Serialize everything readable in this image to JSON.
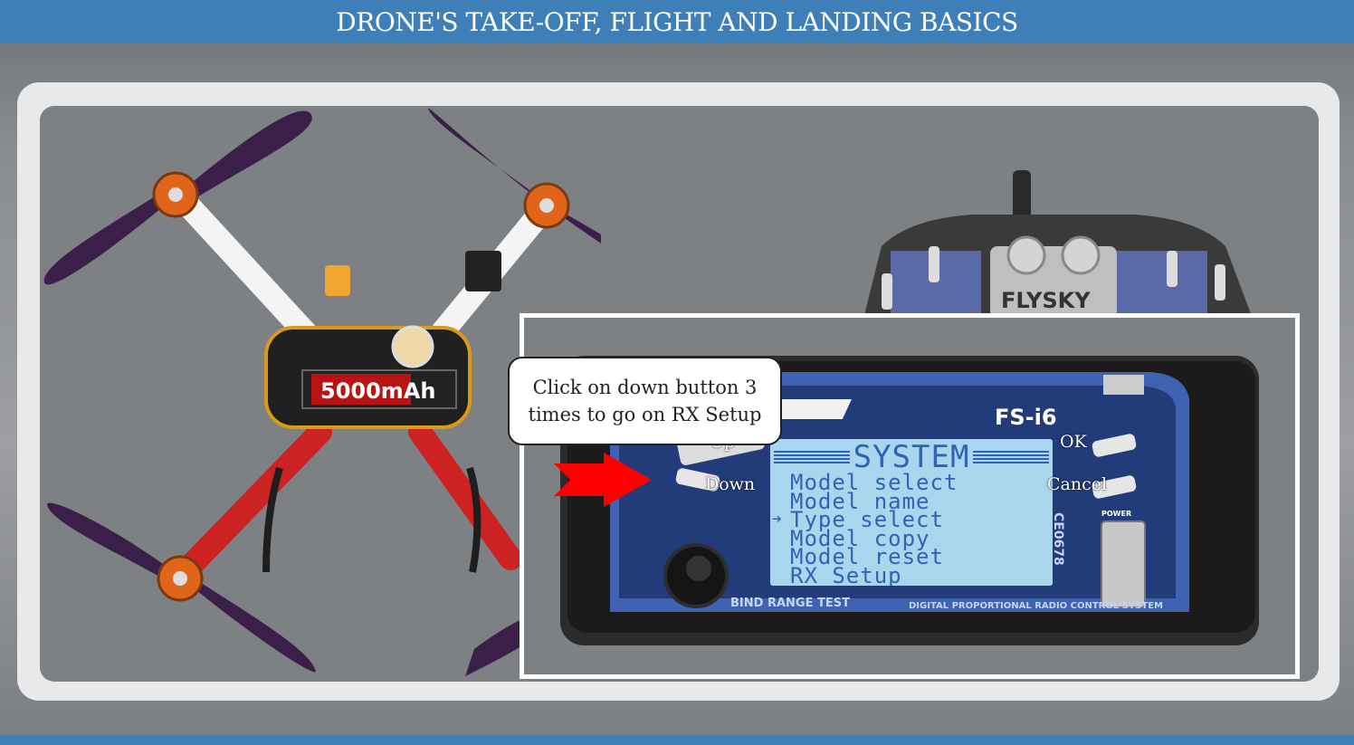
{
  "header": {
    "title": "DRONE'S TAKE-OFF, FLIGHT AND LANDING BASICS"
  },
  "callout": {
    "text": "Click on down button 3 times to go on RX Setup"
  },
  "transmitter": {
    "brand_top": "FLYSKY",
    "model": "FS-i6",
    "bottom_left_text": "BIND RANGE TEST",
    "bottom_right_text": "DIGITAL PROPORTIONAL RADIO CONTROL SYSTEM",
    "buttons": {
      "up": "Up",
      "down": "Down",
      "ok": "OK",
      "cancel": "Cancel",
      "power": "POWER"
    },
    "lcd": {
      "title": "SYSTEM",
      "items": [
        {
          "label": "Model select",
          "selected": false
        },
        {
          "label": "Model name",
          "selected": false
        },
        {
          "label": "Type select",
          "selected": true
        },
        {
          "label": "Model copy",
          "selected": false
        },
        {
          "label": "Model reset",
          "selected": false
        },
        {
          "label": "RX Setup",
          "selected": false
        }
      ],
      "cursor_glyph": "➔"
    },
    "cert_text": "CE0678"
  },
  "battery": {
    "label": "5000mAh"
  },
  "colors": {
    "header_bg": "#3f7fb8",
    "lcd_bg": "#a9d6ec",
    "lcd_text": "#2f63b8",
    "arrow": "#ff0000"
  }
}
